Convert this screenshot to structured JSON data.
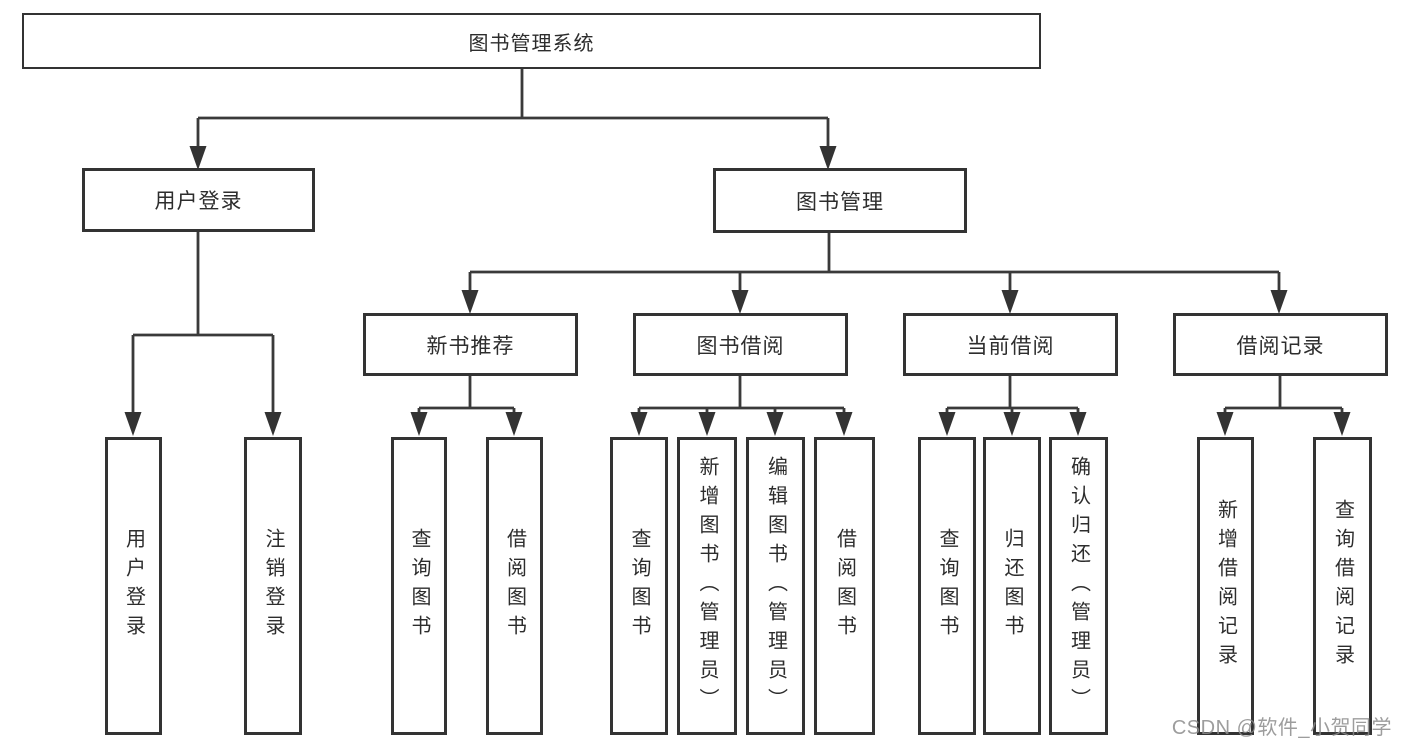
{
  "watermark": "CSDN @软件_小贺同学",
  "tree": {
    "root": "图书管理系统",
    "children": [
      {
        "label": "用户登录",
        "children": [
          "用户登录",
          "注销登录"
        ]
      },
      {
        "label": "图书管理",
        "children": [
          {
            "label": "新书推荐",
            "children": [
              "查询图书",
              "借阅图书"
            ]
          },
          {
            "label": "图书借阅",
            "children": [
              "查询图书",
              "新增图书（管理员）",
              "编辑图书（管理员）",
              "借阅图书"
            ]
          },
          {
            "label": "当前借阅",
            "children": [
              "查询图书",
              "归还图书",
              "确认归还（管理员）"
            ]
          },
          {
            "label": "借阅记录",
            "children": [
              "新增借阅记录",
              "查询借阅记录"
            ]
          }
        ]
      }
    ]
  },
  "colors": {
    "line": "#3a3a3a",
    "border": "#333333",
    "text": "#2d2d2d",
    "watermark": "#8c8c8c",
    "background": "#ffffff"
  }
}
